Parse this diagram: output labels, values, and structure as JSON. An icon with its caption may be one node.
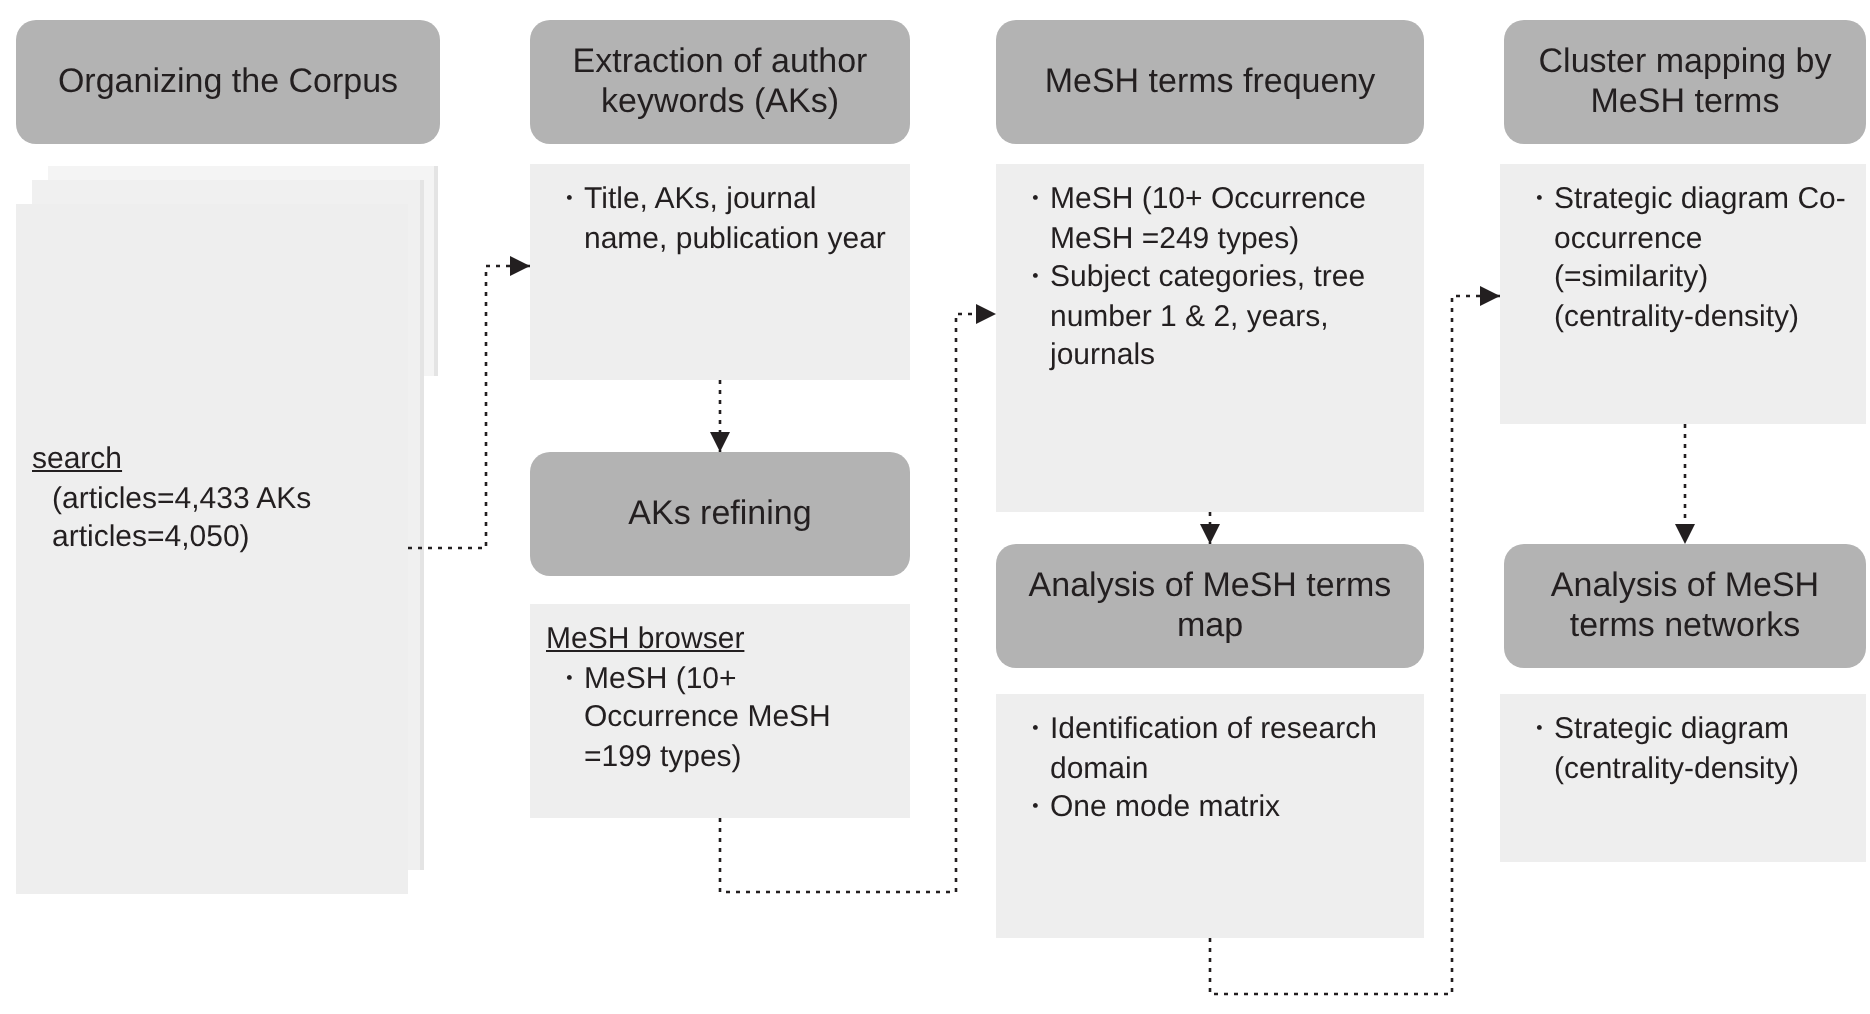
{
  "diagram": {
    "nodes": [
      {
        "text": [
          "Organizing the Corpus"
        ]
      },
      {
        "text": [
          "search",
          "(articles=4,433 AKs articles=4,050)"
        ]
      },
      {
        "text": [
          "Extraction of author keywords (AKs)"
        ]
      },
      {
        "text": [
          "・Title, AKs, journal name, publication year"
        ]
      },
      {
        "text": [
          "AKs refining"
        ]
      },
      {
        "text": [
          "MeSH browser",
          "・MeSH (10+ Occurrence MeSH =199 types)"
        ]
      },
      {
        "text": [
          "MeSH terms frequeny"
        ]
      },
      {
        "text": [
          "・MeSH (10+ Occurrence MeSH =249 types)",
          "・Subject categories, tree number 1 & 2, years, journals"
        ]
      },
      {
        "text": [
          "Analysis of MeSH terms map"
        ]
      },
      {
        "text": [
          "・Identification of research domain",
          "・One mode matrix"
        ]
      },
      {
        "text": [
          "Cluster mapping by MeSH terms"
        ]
      },
      {
        "text": [
          "・Strategic diagram Co-occurrence (=similarity) (centrality-density)"
        ]
      },
      {
        "text": [
          "Analysis of MeSH terms networks"
        ]
      },
      {
        "text": [
          "・Strategic diagram (centrality-density)"
        ]
      }
    ],
    "edges": [
      {
        "from": 1,
        "to": 3,
        "arrow": "to"
      },
      {
        "from": 3,
        "to": 4,
        "arrow": "to"
      },
      {
        "from": 5,
        "to": 7,
        "arrow": "to"
      },
      {
        "from": 7,
        "to": 8,
        "arrow": "to"
      },
      {
        "from": 9,
        "to": 11,
        "arrow": "to"
      },
      {
        "from": 11,
        "to": 12,
        "arrow": "to"
      }
    ]
  }
}
